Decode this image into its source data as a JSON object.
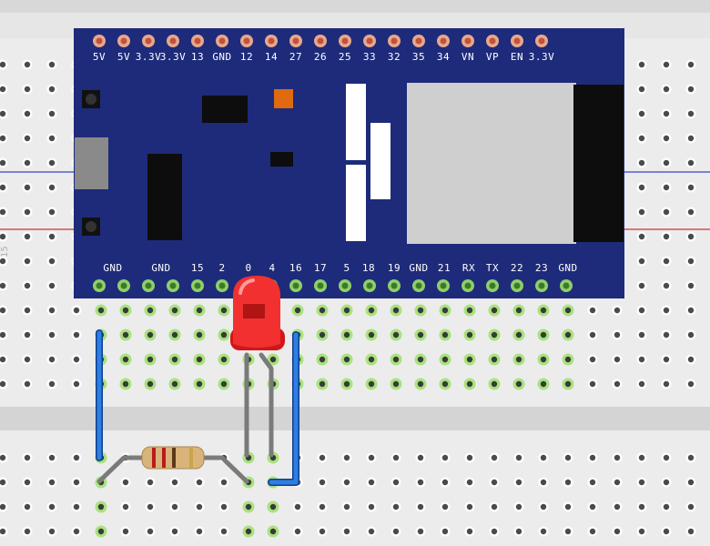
{
  "board": {
    "name": "ESP32 DevKit",
    "top_pins": [
      "5V",
      "5V",
      "3.3V",
      "3.3V",
      "13",
      "GND",
      "12",
      "14",
      "27",
      "26",
      "25",
      "33",
      "32",
      "35",
      "34",
      "VN",
      "VP",
      "EN",
      "3.3V"
    ],
    "bottom_pins": [
      "GND",
      "GND",
      "15",
      "2",
      "0",
      "4",
      "16",
      "17",
      "5",
      "18",
      "19",
      "GND",
      "21",
      "RX",
      "TX",
      "22",
      "23",
      "GND"
    ]
  },
  "breadboard": {
    "side_label": "15"
  },
  "components": {
    "led": {
      "name": "LED",
      "color": "#e8191c"
    },
    "resistor": {
      "name": "Resistor"
    },
    "wires": [
      {
        "name": "wire-gnd",
        "color": "#1e6fd0"
      },
      {
        "name": "wire-gpio",
        "color": "#1e6fd0"
      }
    ]
  },
  "colors": {
    "board": "#1e2b7a",
    "breadboard": "#ececec",
    "hole": "#4a4a4a",
    "active_hole": "#7ed04a",
    "rail_blue": "#3344cc",
    "rail_red": "#cc3333"
  }
}
